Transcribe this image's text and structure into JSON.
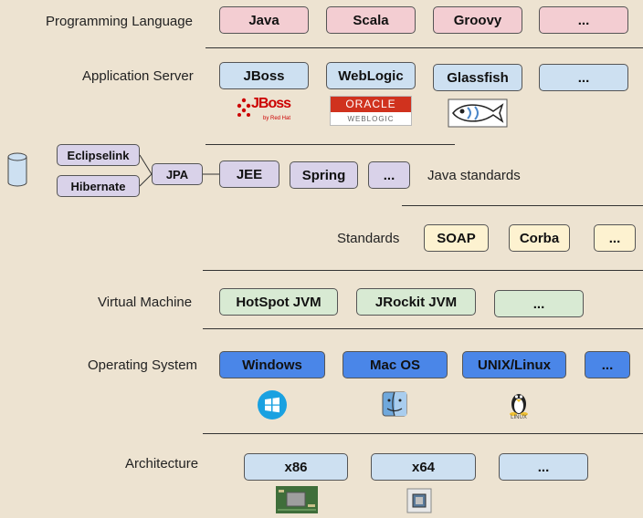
{
  "layers": {
    "programming_language": {
      "label": "Programming Language",
      "items": [
        "Java",
        "Scala",
        "Groovy",
        "..."
      ]
    },
    "application_server": {
      "label": "Application Server",
      "items": [
        "JBoss",
        "WebLogic",
        "Glassfish",
        "..."
      ],
      "logos": {
        "jboss": "JBoss",
        "jboss_sub": "by Red Hat",
        "oracle": "ORACLE",
        "weblogic": "WEBLOGIC"
      }
    },
    "java_standards": {
      "label": "Java standards",
      "items": [
        "JEE",
        "Spring",
        "..."
      ],
      "jpa": "JPA",
      "providers": [
        "Eclipselink",
        "Hibernate"
      ]
    },
    "standards": {
      "label": "Standards",
      "items": [
        "SOAP",
        "Corba",
        "..."
      ]
    },
    "virtual_machine": {
      "label": "Virtual Machine",
      "items": [
        "HotSpot JVM",
        "JRockit JVM",
        "..."
      ]
    },
    "operating_system": {
      "label": "Operating System",
      "items": [
        "Windows",
        "Mac OS",
        "UNIX/Linux",
        "..."
      ],
      "linux_caption": "LINUX"
    },
    "architecture": {
      "label": "Architecture",
      "items": [
        "x86",
        "x64",
        "..."
      ]
    }
  },
  "colors": {
    "background": "#ede3d1",
    "programming_language": "#f3cdd2",
    "application_server": "#cde0f1",
    "java_standards": "#d9d2e9",
    "standards": "#fdf2d0",
    "virtual_machine": "#d8ead3",
    "operating_system": "#4a86e8",
    "architecture": "#cde0f1"
  },
  "icons": [
    "database-icon",
    "jboss-logo",
    "oracle-weblogic-logo",
    "glassfish-logo",
    "windows-logo",
    "macos-finder-icon",
    "linux-tux-icon",
    "x86-chip-icon",
    "x64-chip-icon"
  ]
}
